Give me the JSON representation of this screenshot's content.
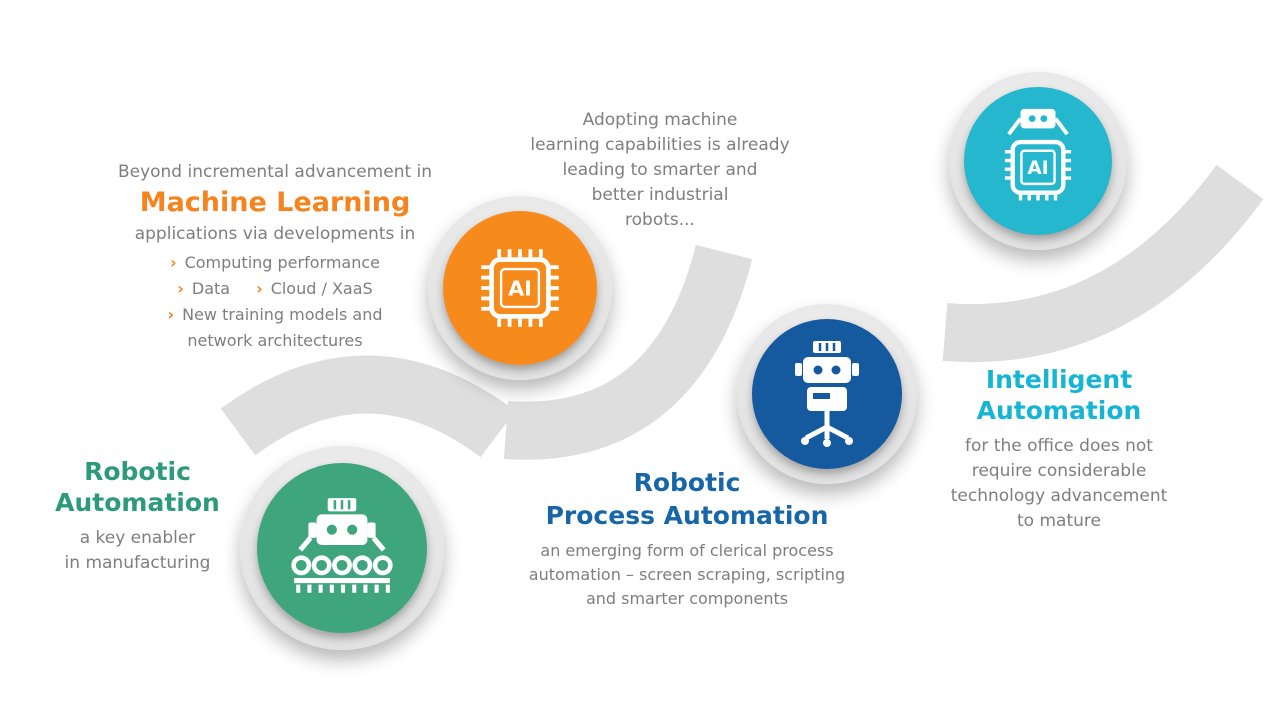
{
  "colors": {
    "orange": "#F68B1C",
    "green": "#3EA57D",
    "blue": "#15599F",
    "cyan": "#24B7CE",
    "orange_title": "#F5841F",
    "green_title": "#2D9B77",
    "blue_title": "#1666A8",
    "cyan_title": "#17B5D4",
    "gray_text": "#7E7E7E",
    "ribbon": "#DEDEDE"
  },
  "ml_block": {
    "intro": "Beyond incremental advancement in",
    "title": "Machine Learning",
    "subtitle": "applications via developments in",
    "bullet_marker": "›",
    "bullet_1": "Computing performance",
    "bullet_2": "Data",
    "bullet_3": "Cloud / XaaS",
    "bullet_4_line1": "New training models and",
    "bullet_4_line2": "network architectures"
  },
  "adopting_note": {
    "lines": [
      "Adopting machine",
      "learning capabilities is already",
      "leading to smarter and",
      "better industrial",
      "robots..."
    ]
  },
  "robotic_automation": {
    "title_lines": [
      "Robotic",
      "Automation"
    ],
    "desc_lines": [
      "a key enabler",
      "in manufacturing"
    ]
  },
  "process_automation": {
    "title_lines": [
      "Robotic",
      "Process Automation"
    ],
    "desc_lines": [
      "an emerging form of clerical process",
      "automation – screen scraping, scripting",
      "and smarter components"
    ]
  },
  "intelligent_automation": {
    "title_lines": [
      "Intelligent",
      "Automation"
    ],
    "desc_lines": [
      "for the office does not",
      "require considerable",
      "technology advancement",
      "to mature"
    ]
  },
  "chip_label": "AI"
}
